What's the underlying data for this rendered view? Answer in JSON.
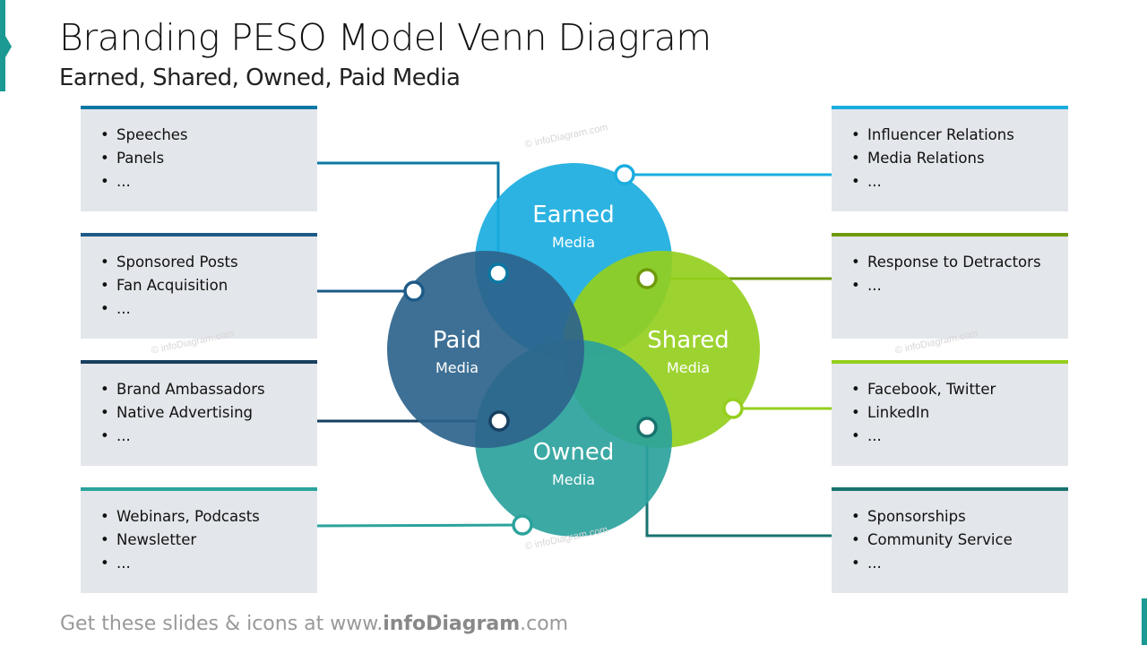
{
  "header": {
    "title": "Branding PESO Model Venn Diagram",
    "subtitle": "Earned, Shared, Owned, Paid Media"
  },
  "circles": [
    {
      "name": "Earned",
      "sub": "Media",
      "color": "#1aade0"
    },
    {
      "name": "Paid",
      "sub": "Media",
      "color": "#2e648c"
    },
    {
      "name": "Shared",
      "sub": "Media",
      "color": "#95cf1e"
    },
    {
      "name": "Owned",
      "sub": "Media",
      "color": "#2ba29d"
    }
  ],
  "left_boxes": [
    {
      "items": [
        "Speeches",
        "Panels",
        "..."
      ],
      "color": "#0b78a3"
    },
    {
      "items": [
        "Sponsored Posts",
        "Fan Acquisition",
        "..."
      ],
      "color": "#1d5a88"
    },
    {
      "items": [
        "Brand Ambassadors",
        "Native Advertising",
        "..."
      ],
      "color": "#173f5f"
    },
    {
      "items": [
        "Webinars, Podcasts",
        "Newsletter",
        "..."
      ],
      "color": "#2aa39c"
    }
  ],
  "right_boxes": [
    {
      "items": [
        "Influencer  Relations",
        "Media Relations",
        "..."
      ],
      "color": "#1aade0"
    },
    {
      "items": [
        "Response  to Detractors",
        "..."
      ],
      "color": "#6f9a0a"
    },
    {
      "items": [
        "Facebook, Twitter",
        "LinkedIn",
        "..."
      ],
      "color": "#95cf1e"
    },
    {
      "items": [
        "Sponsorships",
        "Community Service",
        "..."
      ],
      "color": "#17736f"
    }
  ],
  "watermark": "© infoDiagram.com",
  "footer": {
    "prefix": "Get these slides & icons at www.",
    "brand": "infoDiagram",
    "suffix": ".com"
  }
}
